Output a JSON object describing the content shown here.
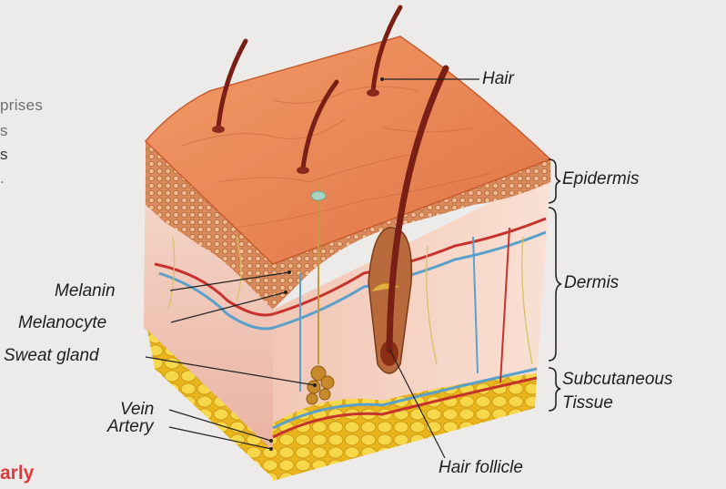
{
  "background_text": {
    "line1": "prises",
    "line2": "s",
    "line3": "s",
    "line4": ".",
    "red_fragment": "arly"
  },
  "labels": {
    "hair": "Hair",
    "epidermis": "Epidermis",
    "dermis": "Dermis",
    "subcutaneous_line1": "Subcutaneous",
    "subcutaneous_line2": "Tissue",
    "melanin": "Melanin",
    "melanocyte": "Melanocyte",
    "sweat_gland": "Sweat gland",
    "vein": "Vein",
    "artery": "Artery",
    "hair_follicle": "Hair follicle"
  },
  "colors": {
    "label_text": "#1e1e1e",
    "background": "#ecebea",
    "epidermis": "#e98552",
    "dermis": "#f1c2b4",
    "fat": "#f3cf2e",
    "artery": "#c7332c",
    "vein": "#5aa0cc",
    "hair": "#7a1f16",
    "red_text": "#e0393b"
  }
}
